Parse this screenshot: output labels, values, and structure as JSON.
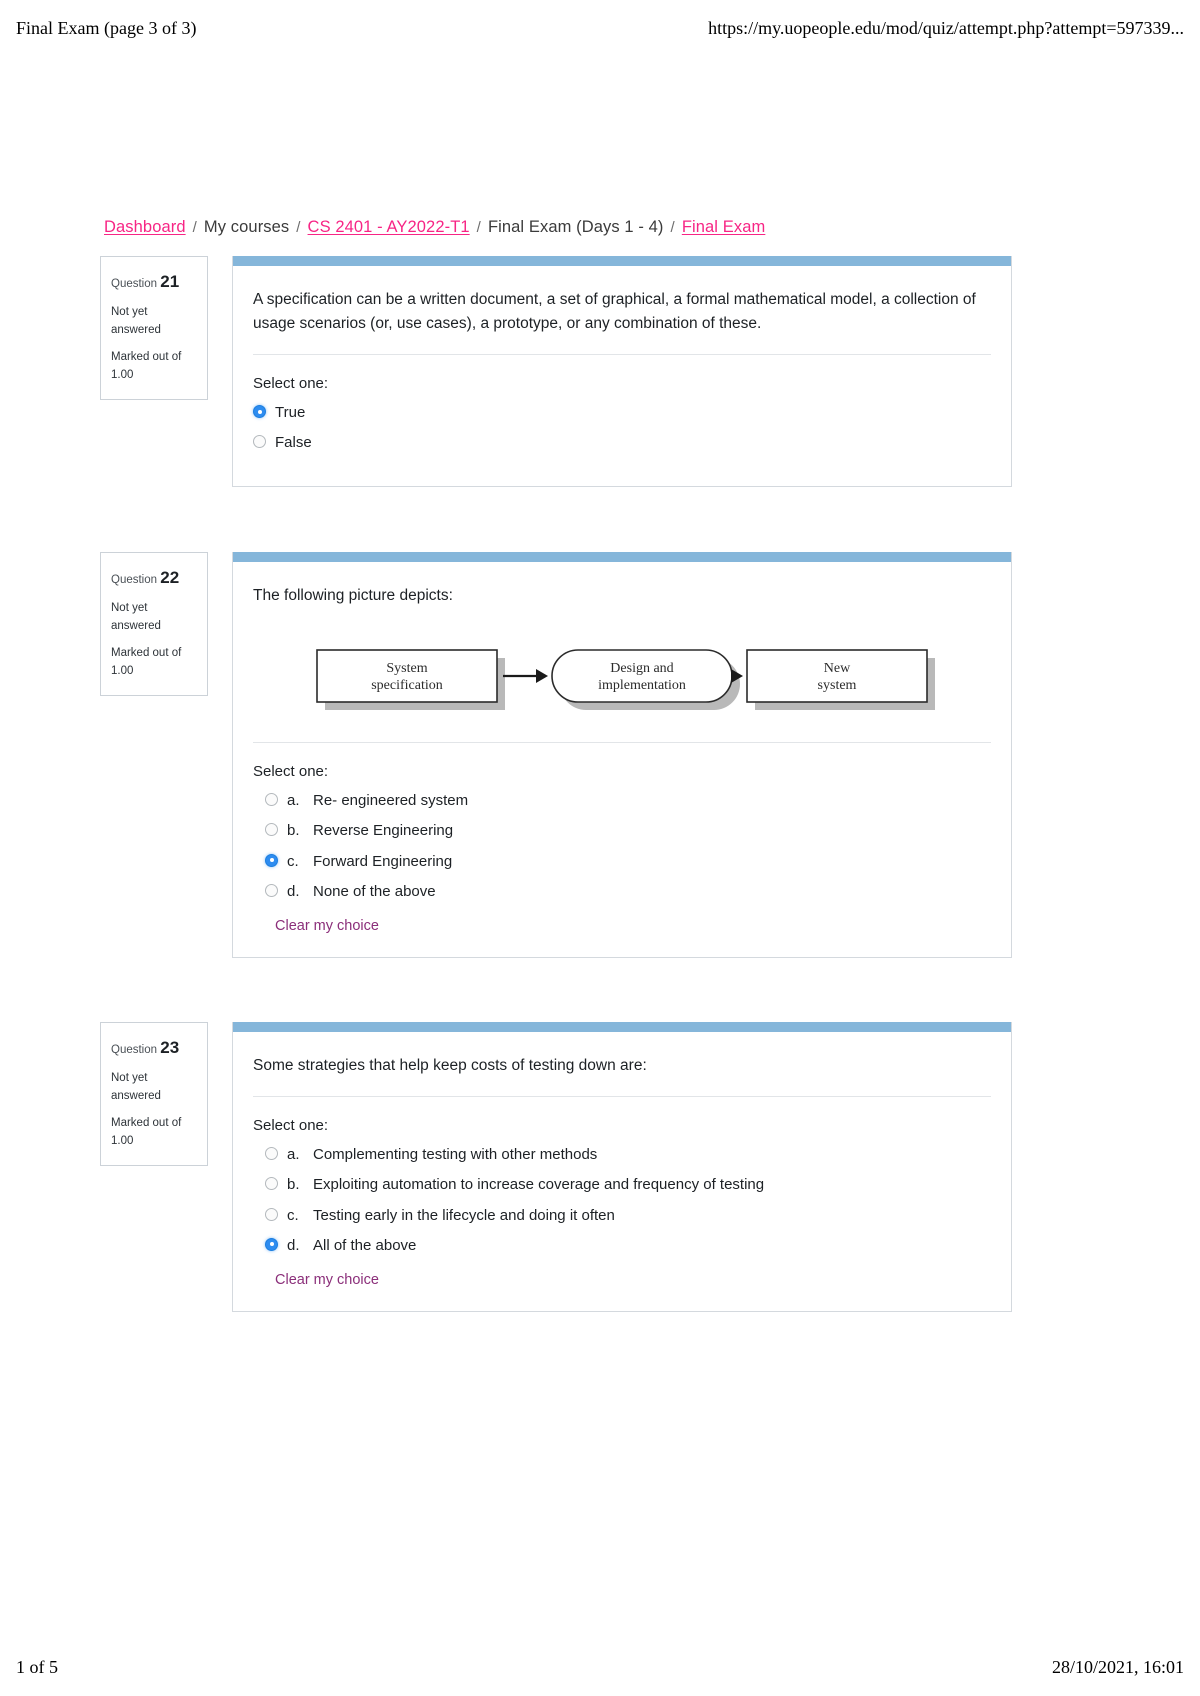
{
  "print": {
    "header_left": "Final Exam (page 3 of 3)",
    "header_right": "https://my.uopeople.edu/mod/quiz/attempt.php?attempt=597339...",
    "footer_left": "1 of 5",
    "footer_right": "28/10/2021, 16:01"
  },
  "colors": {
    "link": "#f72585",
    "accent_bar": "#85b6da",
    "clear_choice_link": "#8b2f7a",
    "radio_selected": "#2d8cf0"
  },
  "breadcrumb": {
    "items": [
      {
        "label": "Dashboard",
        "link": true
      },
      {
        "label": "My courses",
        "link": false
      },
      {
        "label": "CS 2401 - AY2022-T1",
        "link": true
      },
      {
        "label": "Final Exam (Days 1 - 4)",
        "link": false
      },
      {
        "label": "Final Exam",
        "link": true
      }
    ],
    "separator": "/"
  },
  "questions": [
    {
      "number_label": "Question",
      "number": "21",
      "state": "Not yet answered",
      "marked_out_of": "Marked out of 1.00",
      "text": "A specification can be a written document, a set of graphical, a formal mathematical model, a collection of usage scenarios (or, use cases), a prototype, or any combination of these.",
      "select_label": "Select one:",
      "style": "truefalse",
      "has_figure": false,
      "clear_choice": null,
      "options": [
        {
          "letter": "",
          "text": "True",
          "selected": true
        },
        {
          "letter": "",
          "text": "False",
          "selected": false
        }
      ]
    },
    {
      "number_label": "Question",
      "number": "22",
      "state": "Not yet answered",
      "marked_out_of": "Marked out of 1.00",
      "text": "The following picture depicts:",
      "select_label": "Select one:",
      "style": "lettered",
      "has_figure": true,
      "figure": {
        "nodes": [
          {
            "shape": "rect",
            "lines": [
              "System",
              "specification"
            ]
          },
          {
            "shape": "rounded",
            "lines": [
              "Design and",
              "implementation"
            ]
          },
          {
            "shape": "rect",
            "lines": [
              "New",
              "system"
            ]
          }
        ]
      },
      "clear_choice": "Clear my choice",
      "options": [
        {
          "letter": "a.",
          "text": "Re- engineered system",
          "selected": false
        },
        {
          "letter": "b.",
          "text": "Reverse Engineering",
          "selected": false
        },
        {
          "letter": "c.",
          "text": "Forward Engineering",
          "selected": true
        },
        {
          "letter": "d.",
          "text": "None of the above",
          "selected": false
        }
      ]
    },
    {
      "number_label": "Question",
      "number": "23",
      "state": "Not yet answered",
      "marked_out_of": "Marked out of 1.00",
      "text": "Some strategies that help keep costs of testing down are:",
      "select_label": "Select one:",
      "style": "lettered",
      "has_figure": false,
      "clear_choice": "Clear my choice",
      "options": [
        {
          "letter": "a.",
          "text": "Complementing testing with other methods",
          "selected": false
        },
        {
          "letter": "b.",
          "text": "Exploiting automation to increase coverage and frequency of testing",
          "selected": false
        },
        {
          "letter": "c.",
          "text": "Testing early in the lifecycle and doing it often",
          "selected": false
        },
        {
          "letter": "d.",
          "text": "All of the above",
          "selected": true
        }
      ]
    }
  ]
}
